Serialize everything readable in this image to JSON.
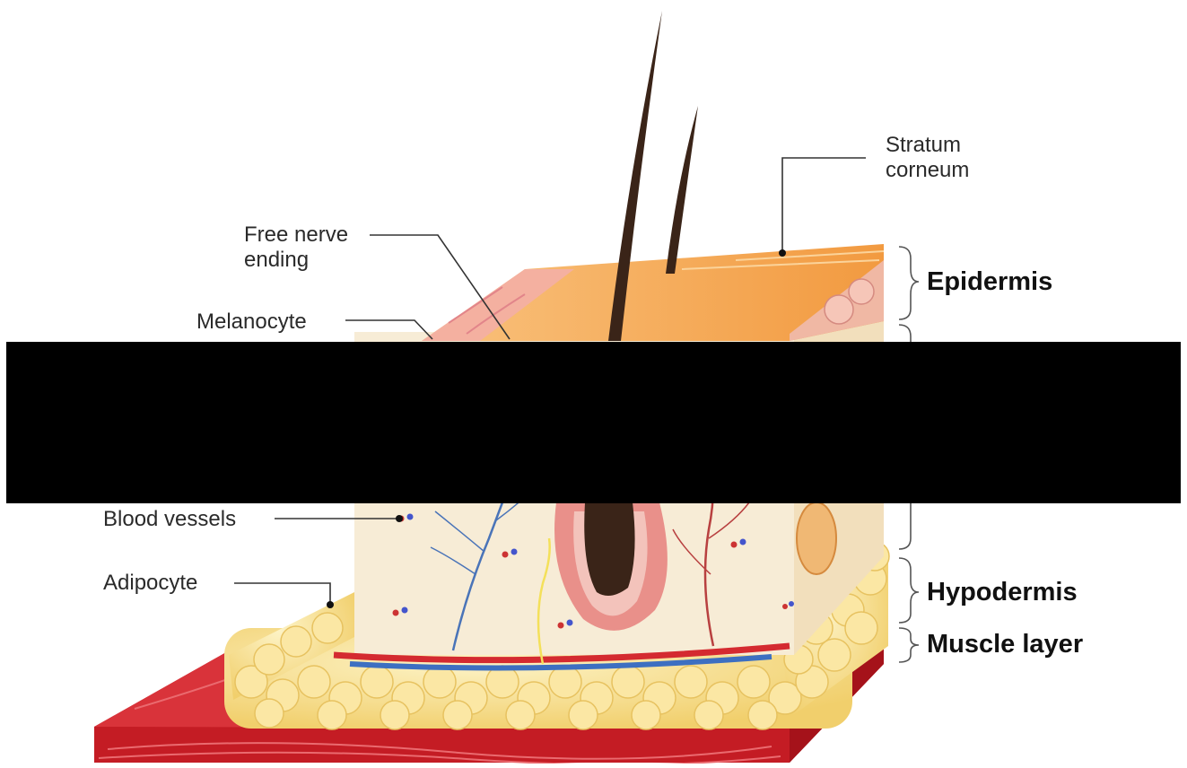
{
  "labels": {
    "stratum_corneum_line1": "Stratum",
    "stratum_corneum_line2": "corneum",
    "free_nerve_line1": "Free nerve",
    "free_nerve_line2": "ending",
    "melanocyte": "Melanocyte",
    "blood_vessels": "Blood vessels",
    "adipocyte": "Adipocyte"
  },
  "layers": {
    "epidermis": "Epidermis",
    "hypodermis": "Hypodermis",
    "muscle": "Muscle layer"
  },
  "colors": {
    "epidermis_top": "#f5a04e",
    "dermis": "#f6ead0",
    "fat": "#f6dc8e",
    "muscle": "#d4202a",
    "hair": "#3a2418",
    "redaction": "#000000"
  },
  "redacted": true
}
